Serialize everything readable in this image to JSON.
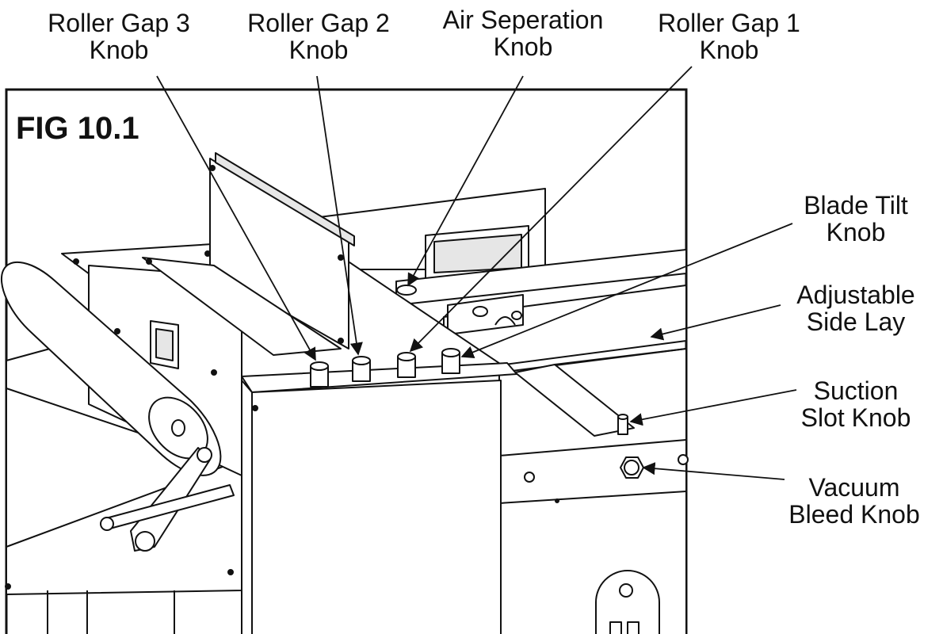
{
  "figure": {
    "label": "FIG 10.1"
  },
  "callouts": [
    {
      "id": "roller-gap-3",
      "line1": "Roller Gap 3",
      "line2": "Knob"
    },
    {
      "id": "roller-gap-2",
      "line1": "Roller Gap 2",
      "line2": "Knob"
    },
    {
      "id": "air-seperation",
      "line1": "Air Seperation",
      "line2": "Knob"
    },
    {
      "id": "roller-gap-1",
      "line1": "Roller Gap 1",
      "line2": "Knob"
    },
    {
      "id": "blade-tilt",
      "line1": "Blade Tilt",
      "line2": "Knob"
    },
    {
      "id": "adjustable-side-lay",
      "line1": "Adjustable",
      "line2": "Side Lay"
    },
    {
      "id": "suction-slot",
      "line1": "Suction",
      "line2": "Slot Knob"
    },
    {
      "id": "vacuum-bleed",
      "line1": "Vacuum",
      "line2": "Bleed Knob"
    }
  ],
  "colors": {
    "line": "#111111",
    "fill": "#ffffff",
    "shade": "#dddddd"
  }
}
